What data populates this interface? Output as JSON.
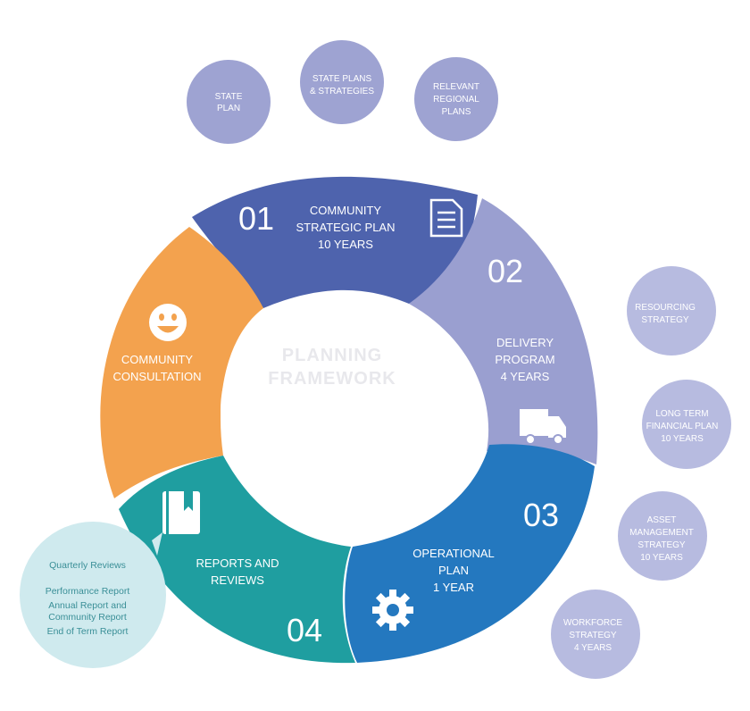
{
  "diagram": {
    "segments": [
      {
        "id": "01",
        "number": "01",
        "lines": [
          "COMMUNITY",
          "STRATEGIC PLAN",
          "10 YEARS"
        ],
        "icon": "document-icon",
        "color": "#4e63ad"
      },
      {
        "id": "02",
        "number": "02",
        "lines": [
          "DELIVERY",
          "PROGRAM",
          "4 YEARS"
        ],
        "icon": "truck-icon",
        "color": "#9a9fd0"
      },
      {
        "id": "03",
        "number": "03",
        "lines": [
          "OPERATIONAL",
          "PLAN",
          "1 YEAR"
        ],
        "icon": "gear-icon",
        "color": "#2478bf"
      },
      {
        "id": "04",
        "number": "04",
        "lines": [
          "REPORTS AND",
          "REVIEWS"
        ],
        "icon": "book-icon",
        "color": "#1f9ea0"
      },
      {
        "id": "cc",
        "number": "",
        "lines": [
          "COMMUNITY",
          "CONSULTATION"
        ],
        "icon": "smiley-icon",
        "color": "#f3a24e"
      }
    ],
    "center": {
      "title_lines": [
        "PLANNING",
        "FRAMEWORK"
      ],
      "body_lines": [
        "",
        "",
        "",
        "",
        ""
      ]
    },
    "top_bubbles": [
      {
        "lines": [
          "STATE",
          "PLAN"
        ]
      },
      {
        "lines": [
          "STATE PLANS",
          "& STRATEGIES"
        ]
      },
      {
        "lines": [
          "RELEVANT",
          "REGIONAL",
          "PLANS"
        ]
      }
    ],
    "right_bubbles": [
      {
        "lines": [
          "RESOURCING",
          "STRATEGY"
        ]
      },
      {
        "lines": [
          "LONG TERM",
          "FINANCIAL PLAN",
          "10 YEARS"
        ]
      },
      {
        "lines": [
          "ASSET",
          "MANAGEMENT",
          "STRATEGY",
          "10 YEARS"
        ]
      },
      {
        "lines": [
          "WORKFORCE",
          "STRATEGY",
          "4 YEARS"
        ]
      }
    ],
    "reports_note": {
      "items": [
        "Quarterly Reviews",
        "Performance Report",
        "Annual Report and",
        "Community Report",
        "End of Term Report"
      ]
    },
    "colors": {
      "bubble": "#9ea3d2",
      "bubble_light": "#b7bbe0",
      "note_bg": "#cfeaee",
      "note_text": "#3a8f97"
    }
  }
}
